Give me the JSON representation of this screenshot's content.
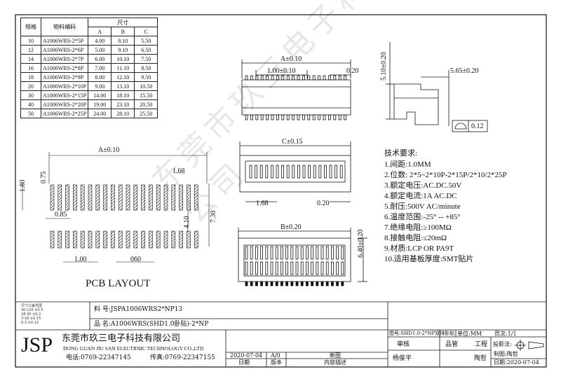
{
  "spec_table": {
    "headers": {
      "spec": "规格",
      "part": "物料编码",
      "dims": "尺寸",
      "a": "A",
      "b": "B",
      "c": "C"
    },
    "rows": [
      {
        "spec": "10",
        "part": "A1006WRS-2*5P",
        "a": "4.00",
        "b": "8.10",
        "c": "5.50"
      },
      {
        "spec": "12",
        "part": "A1006WRS-2*6P",
        "a": "5.00",
        "b": "9.10",
        "c": "6.50"
      },
      {
        "spec": "14",
        "part": "A1006WRS-2*7P",
        "a": "6.00",
        "b": "10.10",
        "c": "7.50"
      },
      {
        "spec": "16",
        "part": "A1006WRS-2*8P",
        "a": "7.00",
        "b": "11.10",
        "c": "8.50"
      },
      {
        "spec": "18",
        "part": "A1006WRS-2*9P",
        "a": "8.00",
        "b": "12.10",
        "c": "9.50"
      },
      {
        "spec": "20",
        "part": "A1006WRS-2*10P",
        "a": "9.00",
        "b": "13.10",
        "c": "10.50"
      },
      {
        "spec": "30",
        "part": "A1006WRS-2*15P",
        "a": "14.00",
        "b": "18.10",
        "c": "15.50"
      },
      {
        "spec": "40",
        "part": "A1006WRS-2*20P",
        "a": "19.00",
        "b": "23.10",
        "c": "20.50"
      },
      {
        "spec": "50",
        "part": "A1006WRS-2*25P",
        "a": "24.00",
        "b": "28.10",
        "c": "25.50"
      }
    ]
  },
  "dims": {
    "top_a": "A±0.10",
    "top_pitch": "1.00±0.10",
    "top_020": "0.20",
    "side_510": "5.10±0.20",
    "side_565": "5.65±0.20",
    "flat": "0.12",
    "front_c": "C±0.15",
    "front_168": "1.68",
    "front_020": "0.20",
    "bottom_b": "B±0.20",
    "bottom_640": "6.40±0.20",
    "pcb_a": "A±0.10",
    "pcb_075": "0.75",
    "pcb_180": "1.80",
    "pcb_168": "1.68",
    "pcb_085": "0.85",
    "pcb_730": "7.30",
    "pcb_410": "4.10",
    "pcb_100": "1.00",
    "pcb_060": "060"
  },
  "pcb_title": "PCB LAYOUT",
  "requirements": {
    "title": "技术要求:",
    "items": [
      "1.间距:1.0MM",
      "2.位数: 2*5~2*10P-2*15P/2*10/2*25P",
      "3.额定电压:AC.DC.50V",
      "4.额定电流:1A AC.DC",
      "5.耐压:500V AC/minute",
      "6.温度范围:-25° -- +85°",
      "7.绝缘电阻:≥100MΩ",
      "8.接触电阻:≤20mΩ",
      "9.材质:LCP OR PA9T",
      "10.适用基板厚度:SMT贴片"
    ]
  },
  "title_block": {
    "tol_title": "尺寸公差范围",
    "tol_rows": [
      "30-120  ±0.5",
      "18-30   ±0.2",
      "3-18    ±0.15",
      "0-3     ±0.12"
    ],
    "part_label": "料  号:JSPA1006WRS2*NP13",
    "name_label": "品  名:A1006WRS(SHD1.0卧贴)-2*NP",
    "logo": "JSP",
    "company_cn": "东莞市玖三电子科技有限公司",
    "company_en": "DONG GUAN JIU SAN ELECTRNIC TECHNOLOGY CO.,LTD",
    "phone": "电话:0769-22347145",
    "fax": "传真:0769-22347155",
    "rev_date": "2020-07-04",
    "rev_ver": "A/0",
    "rev_desc": "新图",
    "col_date": "日期",
    "col_ver": "版本",
    "col_desc": "内容描述",
    "drawing_no": "图号:SHD1.0-2*NP双排卧贴",
    "unit": "单位:MM",
    "page": "页次:1/1",
    "review": "审核",
    "quality": "品管",
    "engineering": "工程",
    "projection": "投影法:",
    "reviewer": "杨俊平",
    "engineer": "陶哲",
    "drafter": "制图:陶哲",
    "date": "日期:2020-07-04"
  },
  "watermark": "东莞市玖三电子科技有限公司"
}
